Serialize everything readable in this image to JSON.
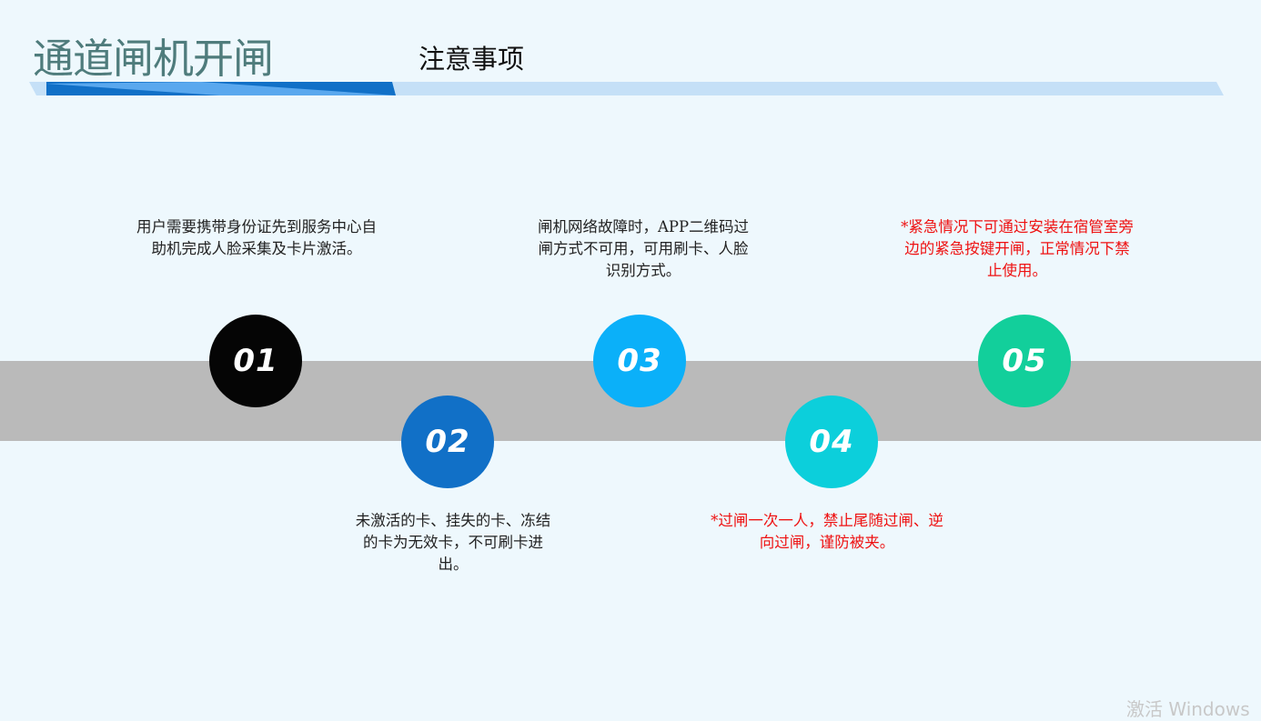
{
  "header": {
    "title": "通道闸机开闸",
    "subtitle": "注意事项"
  },
  "colors": {
    "step1": "#050505",
    "step2": "#1170c7",
    "step3": "#0bb0f9",
    "step4": "#0ccfdb",
    "step5": "#12cf9b",
    "warning_text": "#ee1111"
  },
  "steps": [
    {
      "number": "01",
      "text": "用户需要携带身份证先到服务中心自助机完成人脸采集及卡片激活。"
    },
    {
      "number": "02",
      "text": "未激活的卡、挂失的卡、冻结的卡为无效卡，不可刷卡进出。"
    },
    {
      "number": "03",
      "text": "闸机网络故障时，APP二维码过闸方式不可用，可用刷卡、人脸识别方式。"
    },
    {
      "number": "04",
      "text": "*过闸一次一人，禁止尾随过闸、逆向过闸，谨防被夹。"
    },
    {
      "number": "05",
      "text": "*紧急情况下可通过安装在宿管室旁边的紧急按键开闸，正常情况下禁止使用。"
    }
  ],
  "watermark": "激活 Windows"
}
